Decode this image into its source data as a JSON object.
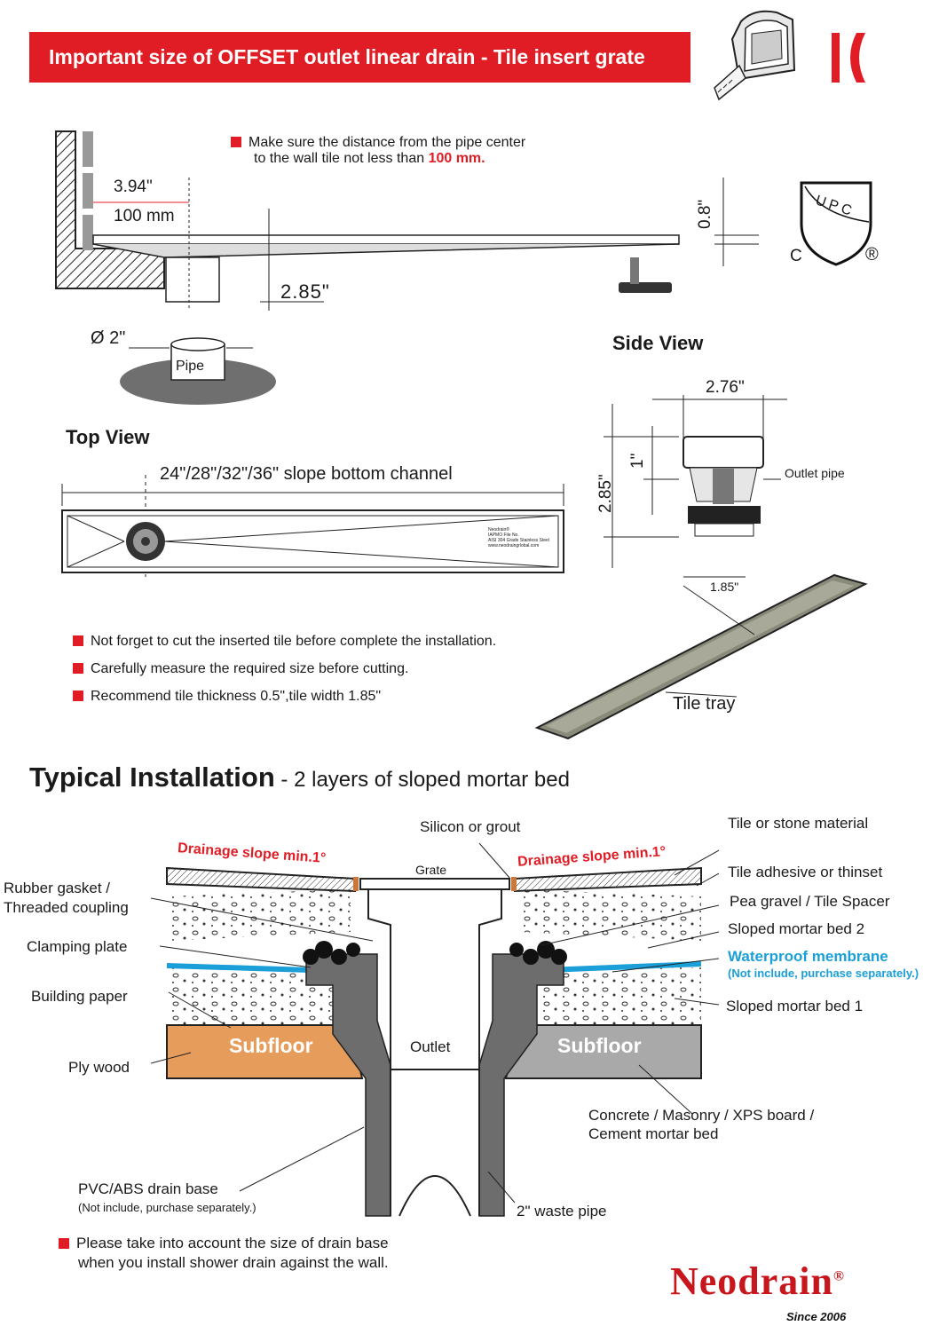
{
  "banner_title": "Important size of OFFSET outlet linear drain - Tile insert grate",
  "note_wall": {
    "line1": "Make sure the distance from the pipe center",
    "line2": "to the wall tile not less than ",
    "highlight": "100 mm."
  },
  "dims": {
    "wall_in": "3.94\"",
    "wall_mm": "100 mm",
    "height_top": "0.8\"",
    "height_outlet": "2.85\"",
    "pipe_dia": "Ø 2\"",
    "pipe_label": "Pipe",
    "side_width": "2.76\"",
    "side_one": "1\"",
    "side_height": "2.85\"",
    "tray_width": "1.85\""
  },
  "cert": {
    "c": "C",
    "upc": "UPC",
    "reg": "®"
  },
  "side_view": {
    "title": "Side View",
    "outlet_pipe": "Outlet pipe"
  },
  "top_view": {
    "title": "Top View",
    "channel_label": "24\"/28\"/32\"/36\" slope bottom channel",
    "plate_lines": [
      "Neodrain®",
      "IAPMO File No.",
      "AISI 304 Grade Stainless Steel",
      "www.neodraingrlobal.com"
    ]
  },
  "tips": [
    "Not forget to cut the inserted tile before complete the installation.",
    "Carefully measure the required size before cutting.",
    "Recommend tile thickness 0.5\",tile width 1.85\""
  ],
  "tile_tray": "Tile tray",
  "install": {
    "title": "Typical Installation",
    "subtitle": " - 2 layers of sloped mortar bed",
    "labels": {
      "silicon": "Silicon or grout",
      "tile_material": "Tile or stone material",
      "slope_left": "Drainage slope min.1°",
      "slope_right": "Drainage slope min.1°",
      "grate": "Grate",
      "adhesive": "Tile adhesive or thinset",
      "gasket1": "Rubber gasket /",
      "gasket2": "Threaded coupling",
      "pea": "Pea gravel / Tile Spacer",
      "clamp": "Clamping plate",
      "bed2": "Sloped mortar bed 2",
      "membrane": "Waterproof membrane",
      "membrane_note": "(Not include, purchase separately.)",
      "paper": "Building paper",
      "bed1": "Sloped mortar bed 1",
      "subfloor_left": "Subfloor",
      "subfloor_right": "Subfloor",
      "outlet": "Outlet",
      "plywood": "Ply wood",
      "concrete1": "Concrete / Masonry  / XPS board /",
      "concrete2": "Cement mortar bed",
      "drain_base": "PVC/ABS drain base",
      "drain_base_note": "(Not include, purchase separately.)",
      "waste": "2\" waste pipe"
    }
  },
  "bottom_note": {
    "line1": "Please take into account the size of drain base",
    "line2": "when you install shower drain against the wall."
  },
  "brand": {
    "name": "Neodrain",
    "reg": "®",
    "since": "Since 2006"
  },
  "colors": {
    "accent": "#e01c24",
    "membrane": "#1a9fd8",
    "wood": "#e69d5c",
    "concrete": "#a9a9a9"
  }
}
